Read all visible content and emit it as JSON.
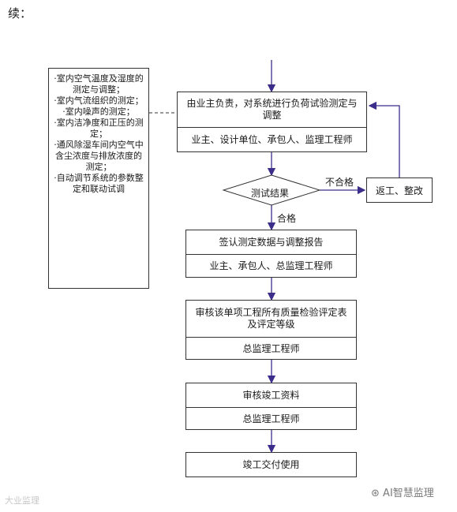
{
  "page": {
    "continued_label": "续："
  },
  "sidebar": {
    "items": [
      "·室内空气温度及湿度的测定与调整；",
      "·室内气流组织的测定；",
      "·室内噪声的测定；",
      "·室内洁净度和正压的测定；",
      "·通风除湿车间内空气中含尘浓度与排放浓度的测定；",
      "·自动调节系统的参数整定和联动试调"
    ]
  },
  "flow": {
    "step1": {
      "title": "由业主负责，对系统进行负荷试验测定与调整",
      "responsible": "业主、设计单位、承包人、监理工程师"
    },
    "decision": {
      "label": "测试结果",
      "fail_label": "不合格",
      "pass_label": "合格"
    },
    "rework": {
      "label": "返工、整改"
    },
    "step2": {
      "title": "签认测定数据与调整报告",
      "responsible": "业主、承包人、总监理工程师"
    },
    "step3": {
      "title": "审核该单项工程所有质量检验评定表及评定等级",
      "responsible": "总监理工程师"
    },
    "step4": {
      "title": "审核竣工资料",
      "responsible": "总监理工程师"
    },
    "step5": {
      "title": "竣工交付使用"
    }
  },
  "footer": {
    "left_watermark": "大业监理",
    "right_watermark": "AI智慧监理"
  }
}
